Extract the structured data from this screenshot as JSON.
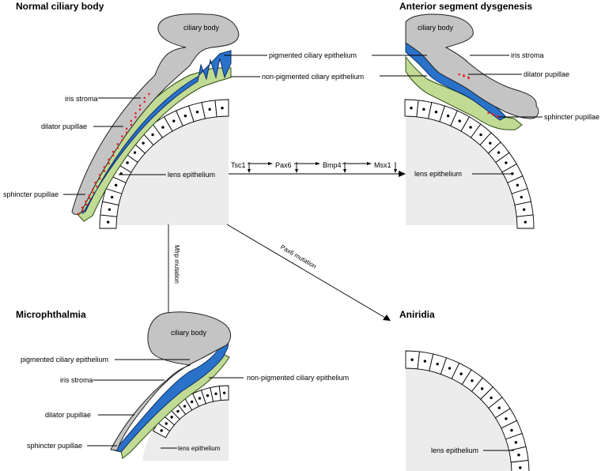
{
  "titles": {
    "normal": "Normal ciliary body",
    "asd": "Anterior segment dysgenesis",
    "micro": "Microphthalmia",
    "aniridia": "Aniridia"
  },
  "labels": {
    "ciliary_body": "ciliary body",
    "pigmented_epithelium": "pigmented ciliary epithelium",
    "non_pigmented_epithelium": "non-pigmented ciliary epithelium",
    "iris_stroma": "iris stroma",
    "dilator": "dilator pupillae",
    "sphincter": "sphincter pupillae",
    "lens_epithelium": "lens epithelium"
  },
  "pathway": [
    "Tsc1",
    "Pax6",
    "Bmp4",
    "Msx1"
  ],
  "mutations": {
    "mfrp": "Mfrp mutation",
    "pax6": "Pax6 mutation"
  },
  "colors": {
    "stroma_gray": "#c4c4c4",
    "pigmented_blue": "#2a72c9",
    "nonpigmented_green": "#c1db94",
    "muscle_red": "#e4242c",
    "lens_gray": "#ececec"
  }
}
